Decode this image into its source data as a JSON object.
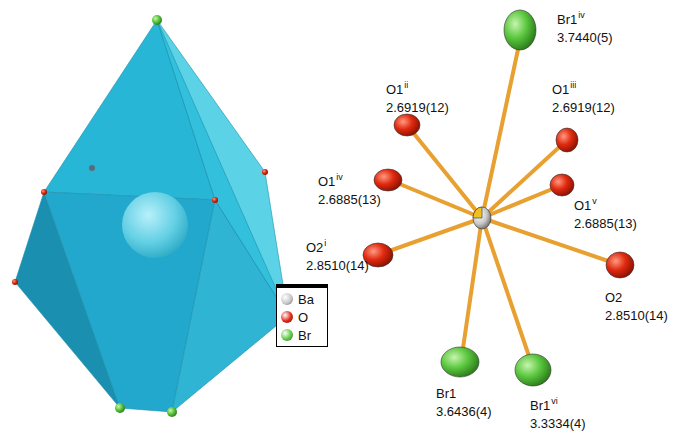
{
  "diagram": {
    "labels": [
      "Br1",
      "iv",
      "3.7440(5)",
      "O1",
      "ii",
      "2.6919(12)",
      "O1",
      "iii",
      "2.6919(12)",
      "O1",
      "iv",
      "2.6885(13)",
      "O1",
      "v",
      "2.6885(13)",
      "O2",
      "i",
      "2.8510(14)",
      "O2",
      "2.8510(14)",
      "Br1",
      "3.6436(4)",
      "Br1",
      "vi",
      "3.3334(4)"
    ],
    "legend": [
      {
        "text": "Ba",
        "color": "#c8c8c8"
      },
      {
        "text": "O",
        "color": "#e02010"
      },
      {
        "text": "Br",
        "color": "#5cc840"
      }
    ]
  }
}
